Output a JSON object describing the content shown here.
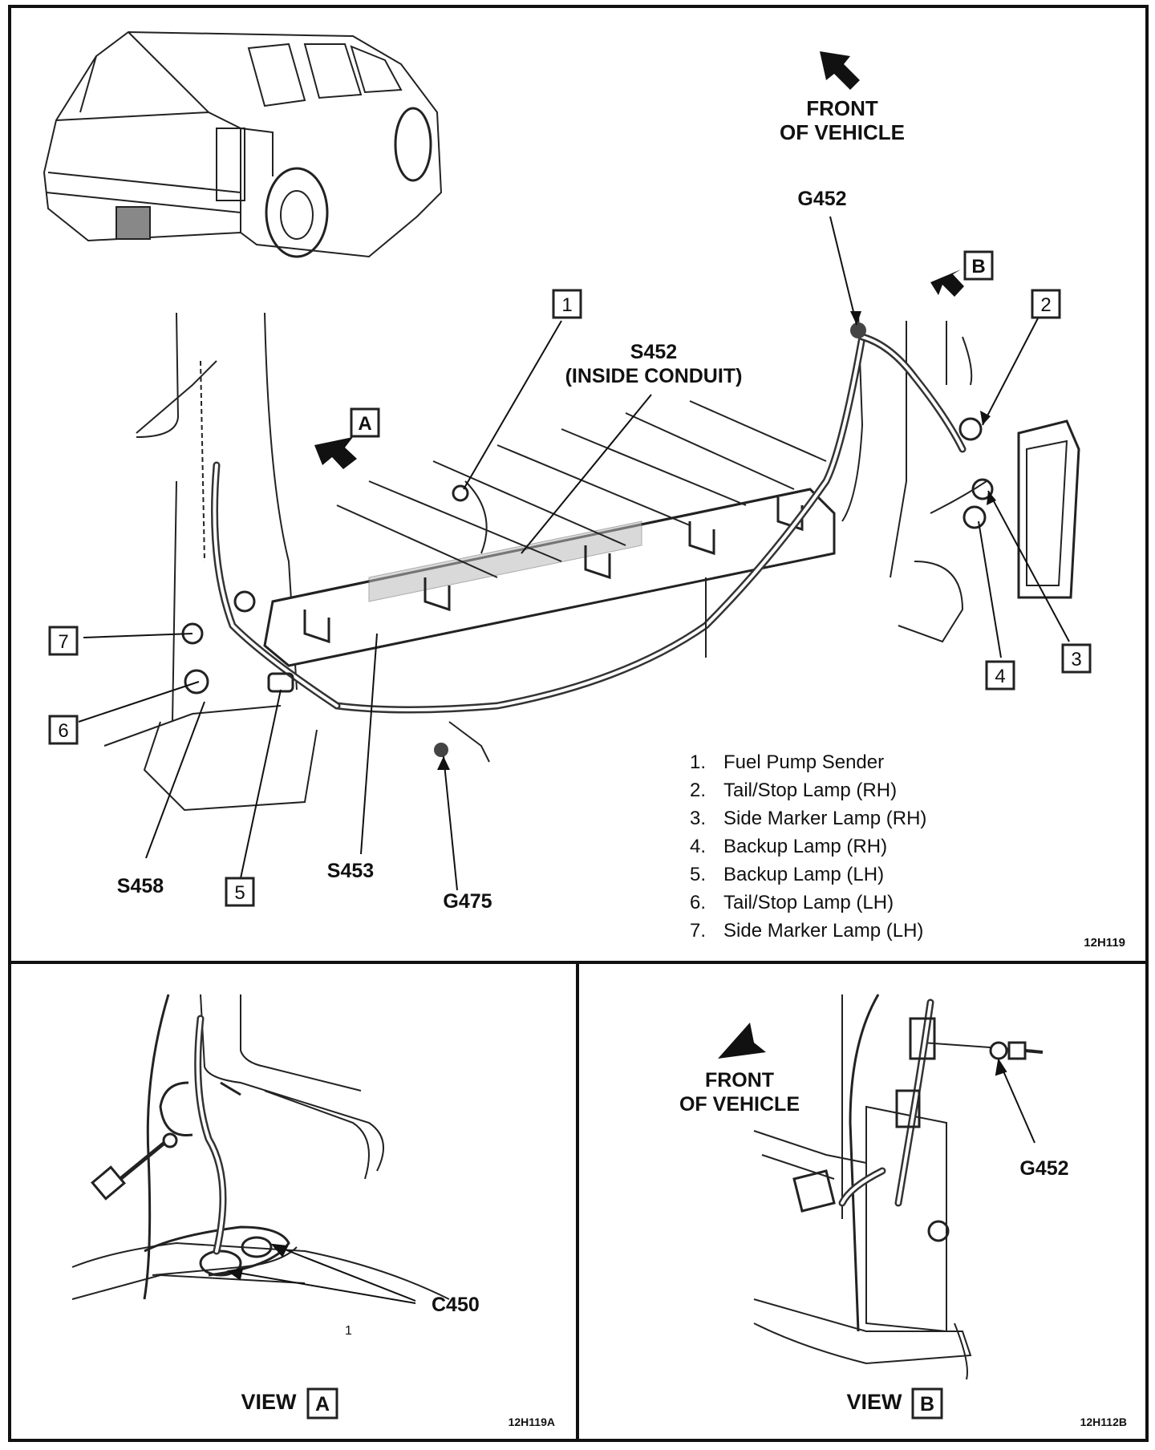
{
  "main_view": {
    "front_label_line1": "FRONT",
    "front_label_line2": "OF VEHICLE",
    "callouts": [
      "1",
      "2",
      "3",
      "4",
      "5",
      "6",
      "7"
    ],
    "view_boxes": [
      "A",
      "B"
    ],
    "ground_labels": [
      "G452",
      "G475"
    ],
    "splice_labels": [
      "S452",
      "(INSIDE CONDUIT)",
      "S453",
      "S458"
    ],
    "legend": [
      {
        "num": "1.",
        "text": "Fuel Pump Sender"
      },
      {
        "num": "2.",
        "text": "Tail/Stop Lamp (RH)"
      },
      {
        "num": "3.",
        "text": "Side Marker Lamp (RH)"
      },
      {
        "num": "4.",
        "text": "Backup Lamp (RH)"
      },
      {
        "num": "5.",
        "text": "Backup Lamp (LH)"
      },
      {
        "num": "6.",
        "text": "Tail/Stop Lamp (LH)"
      },
      {
        "num": "7.",
        "text": "Side Marker Lamp (LH)"
      }
    ],
    "figure_code": "12H119"
  },
  "view_a": {
    "connector_label": "C450",
    "stray_mark": "1",
    "title_word": "VIEW",
    "title_box": "A",
    "figure_code": "12H119A"
  },
  "view_b": {
    "front_label_line1": "FRONT",
    "front_label_line2": "OF VEHICLE",
    "ground_label": "G452",
    "title_word": "VIEW",
    "title_box": "B",
    "figure_code": "12H112B"
  }
}
